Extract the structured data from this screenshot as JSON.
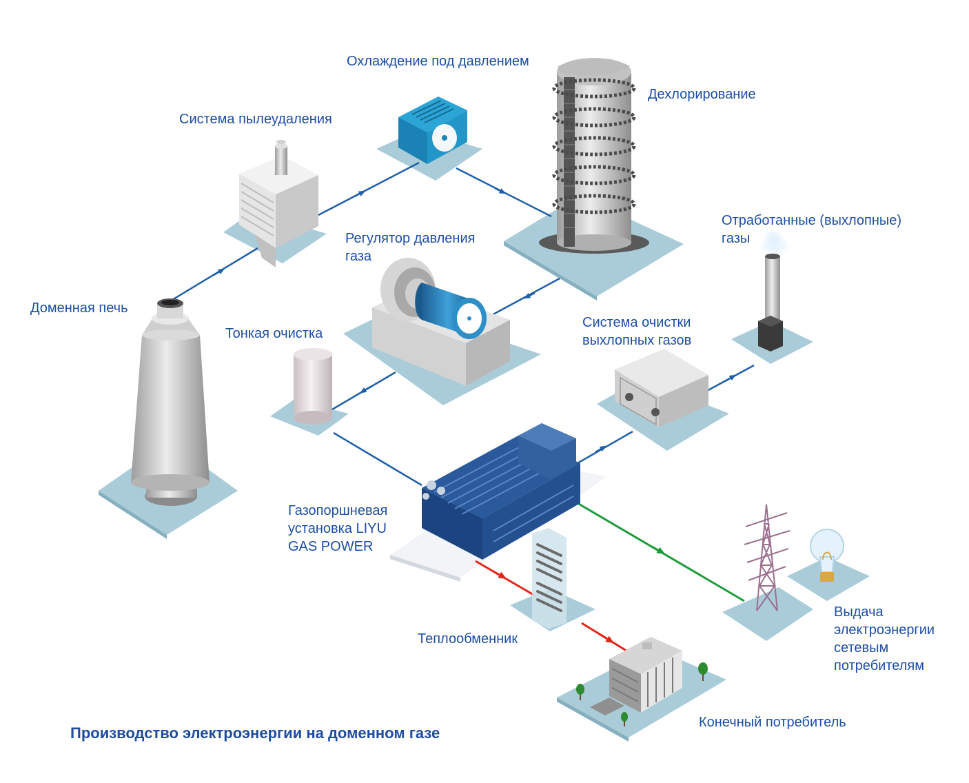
{
  "title": "Производство электроэнергии на доменном газе",
  "labels": {
    "blast_furnace": "Доменная печь",
    "dust_removal": "Система пылеудаления",
    "pressure_cooling": "Охлаждение под давлением",
    "dechlorination": "Дехлорирование",
    "pressure_regulator_1": "Регулятор давления",
    "pressure_regulator_2": "газа",
    "fine_cleaning": "Тонкая очистка",
    "exhaust_cleaning_1": "Система очистки",
    "exhaust_cleaning_2": "выхлопных газов",
    "exhaust_gases_1": "Отработанные (выхлопные)",
    "exhaust_gases_2": "газы",
    "gas_engine_1": "Газопоршневая",
    "gas_engine_2": "установка LIYU",
    "gas_engine_3": "GAS POWER",
    "heat_exchanger": "Теплообменник",
    "end_consumer": "Конечный потребитель",
    "grid_output_1": "Выдача",
    "grid_output_2": "электроэнергии",
    "grid_output_3": "сетевым",
    "grid_output_4": "потребителям"
  },
  "colors": {
    "text": "#1d4ea3",
    "gas_flow": "#1f5fa8",
    "heat_flow": "#e0261b",
    "power_flow": "#1e9a3a",
    "platform": "#a9ccd8"
  }
}
